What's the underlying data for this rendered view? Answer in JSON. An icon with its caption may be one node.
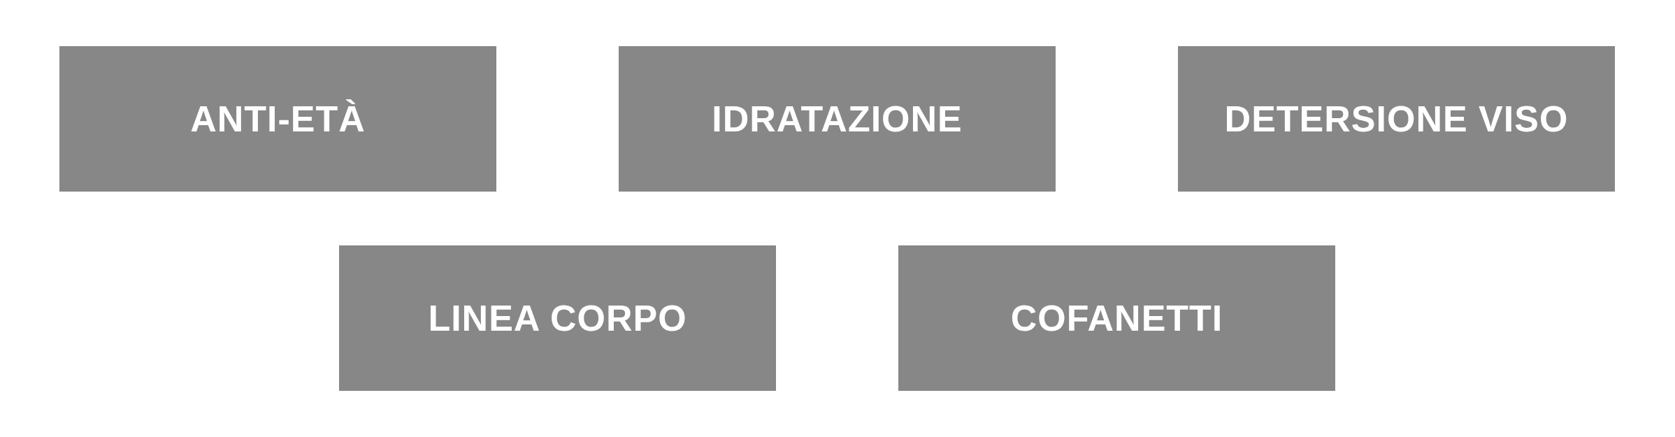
{
  "diagram": {
    "nodes": [
      {
        "text": [
          "ANTI-ETÀ"
        ]
      },
      {
        "text": [
          "IDRATAZIONE"
        ]
      },
      {
        "text": [
          "DETERSIONE VISO"
        ]
      },
      {
        "text": [
          "LINEA CORPO"
        ]
      },
      {
        "text": [
          "COFANETTI"
        ]
      }
    ]
  }
}
